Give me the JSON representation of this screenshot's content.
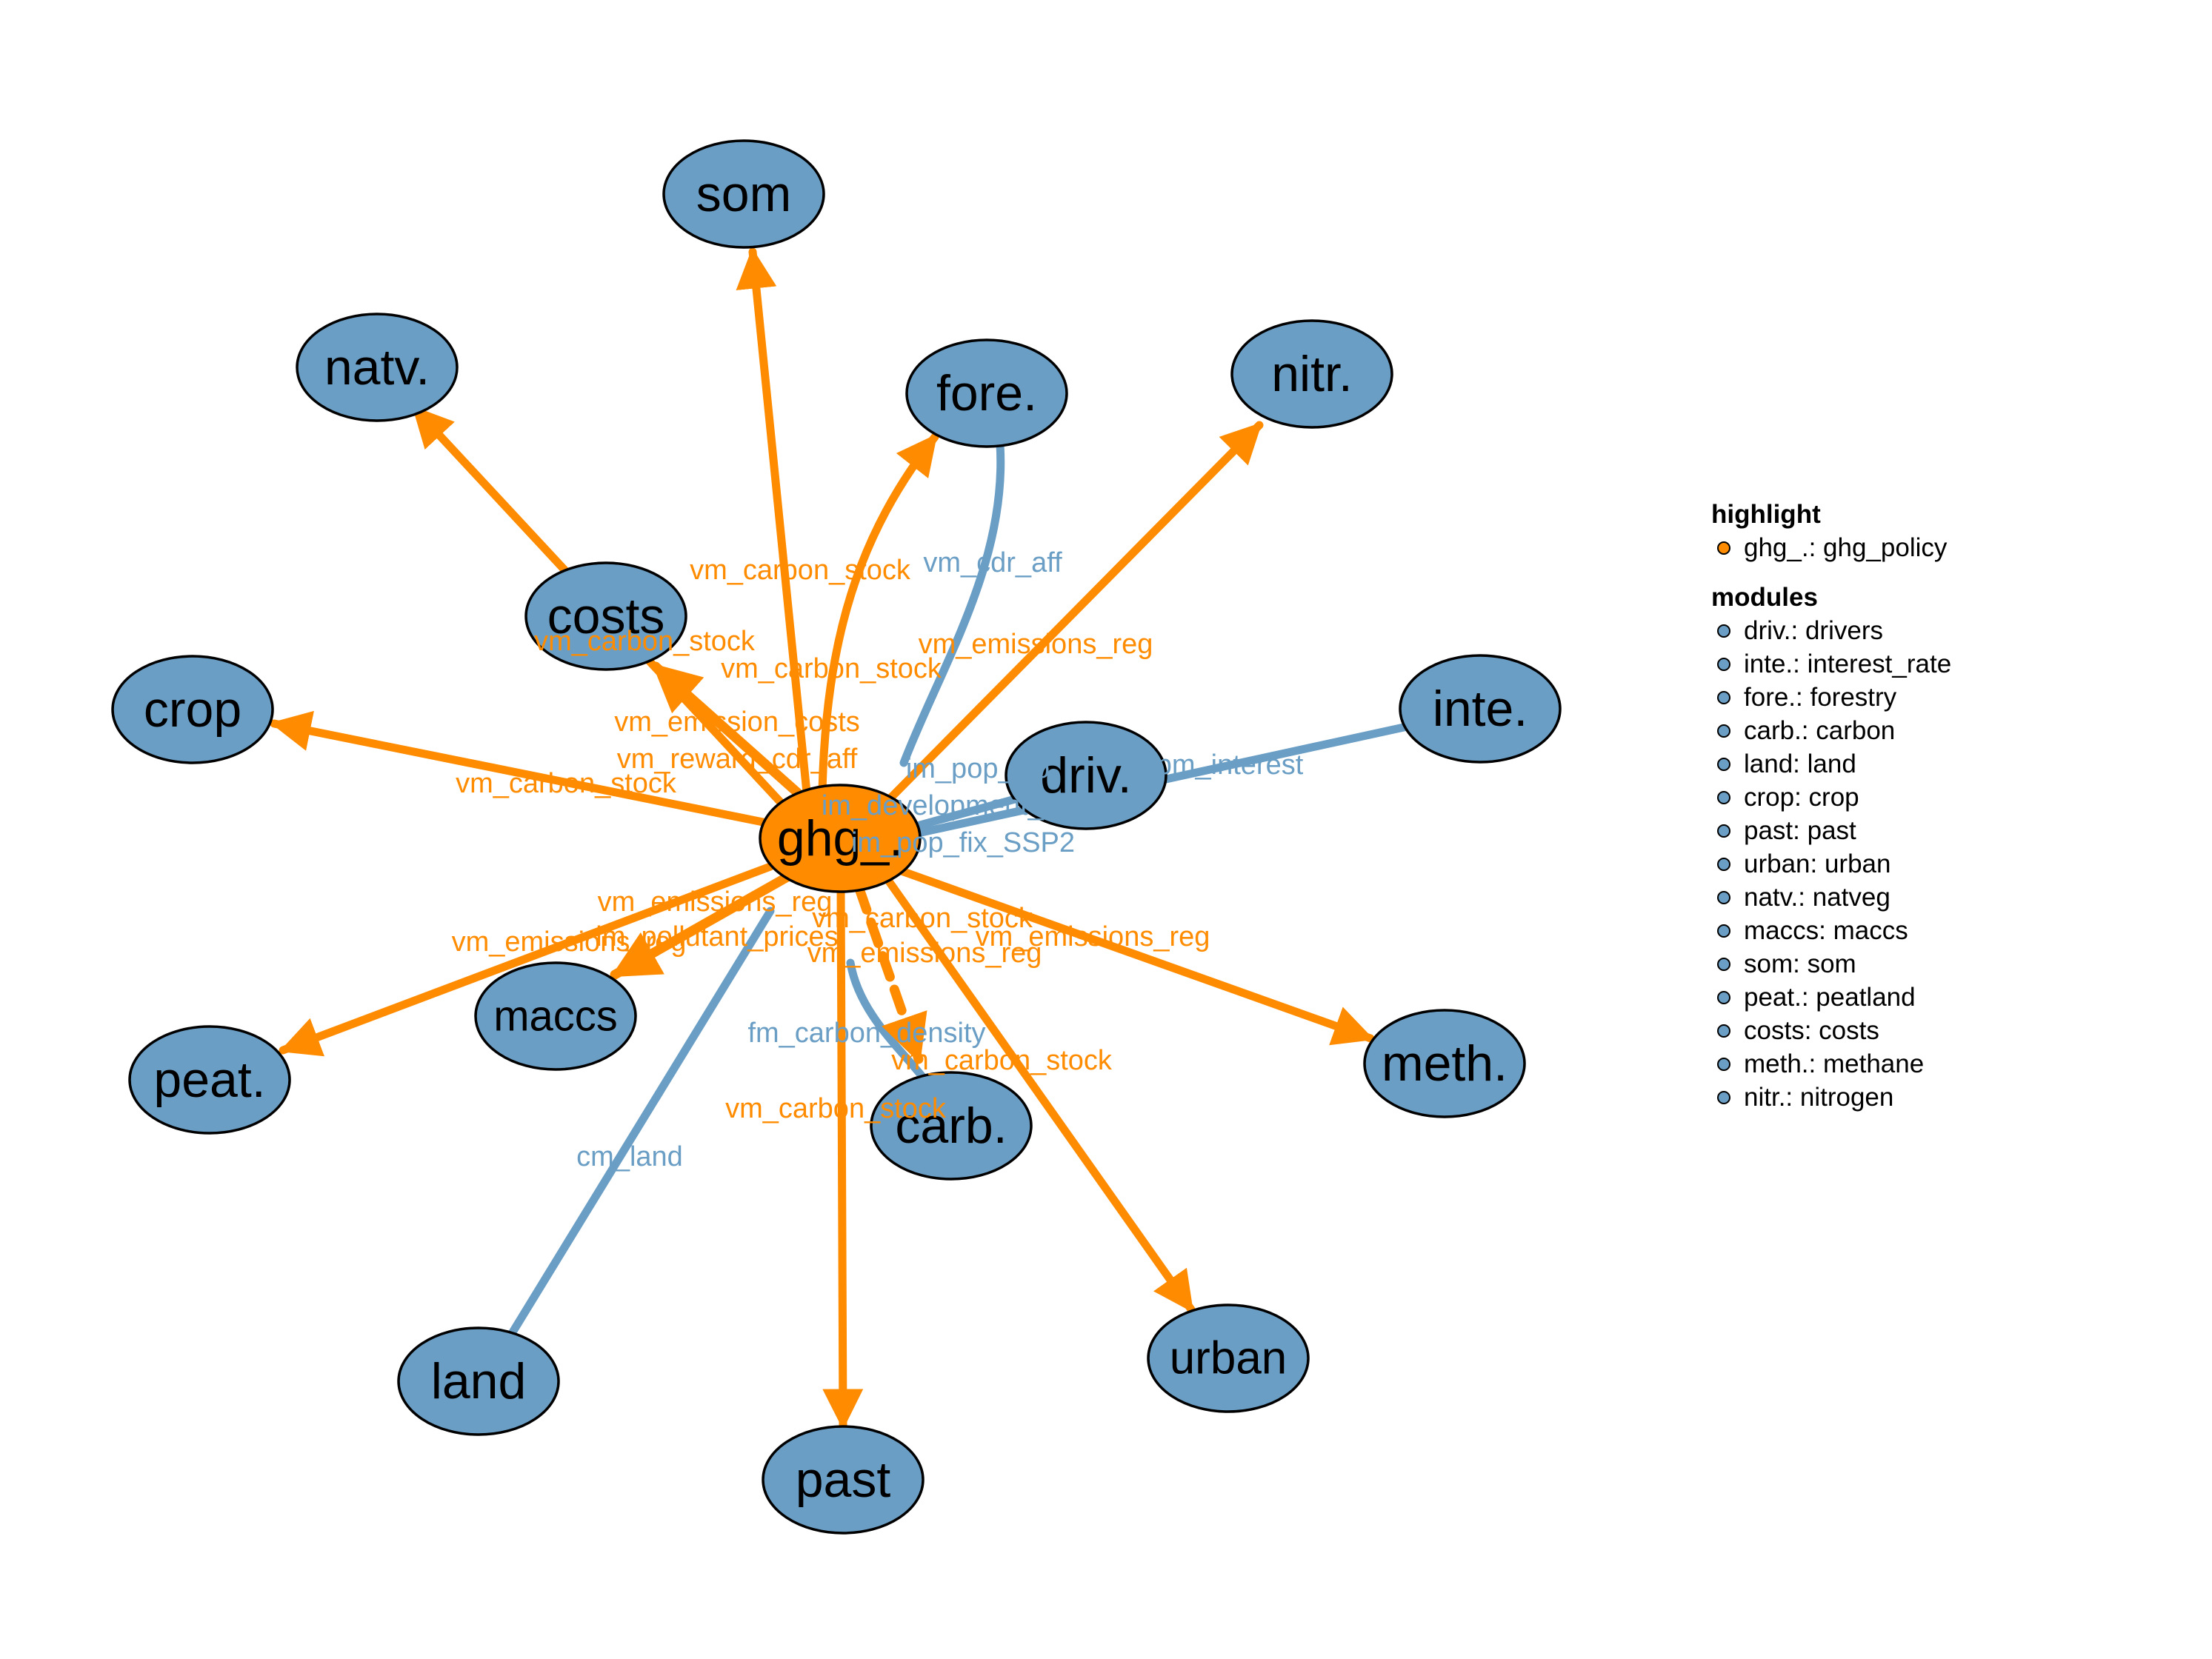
{
  "colors": {
    "highlight": "#FF8C00",
    "module": "#6A9EC5",
    "outline": "#000000"
  },
  "nodes": {
    "ghg": "ghg_.",
    "som": "som",
    "natv": "natv.",
    "fore": "fore.",
    "nitr": "nitr.",
    "costs": "costs",
    "crop": "crop",
    "inte": "inte.",
    "driv": "driv.",
    "maccs": "maccs",
    "peat": "peat.",
    "meth": "meth.",
    "carb": "carb.",
    "land": "land",
    "urban": "urban",
    "past": "past"
  },
  "edge_labels": {
    "som": "vm_carbon_stock",
    "natv": "vm_carbon_stock",
    "fore_out": "vm_carbon_stock",
    "fore_in": "vm_cdr_aff",
    "nitr": "vm_emissions_reg",
    "costs_1": "vm_emission_costs",
    "costs_2": "vm_reward_cdr_aff",
    "crop": "vm_carbon_stock",
    "inte": "pm_interest",
    "driv_1": "im_pop_iso",
    "driv_2": "im_development_state",
    "driv_3": "im_pop_fix_SSP2",
    "maccs_1": "vm_emissions_reg",
    "maccs_2": "im_pollutant_prices",
    "peat": "vm_emissions_reg",
    "meth": "vm_emissions_reg",
    "carb_1": "vm_carbon_stock",
    "carb_2": "vm_emissions_reg",
    "carb_in": "fm_carbon_density",
    "land": "cm_land",
    "urban": "vm_carbon_stock",
    "past": "vm_carbon_stock"
  },
  "legend": {
    "highlight_title": "highlight",
    "highlight_items": [
      "ghg_.: ghg_policy"
    ],
    "modules_title": "modules",
    "module_items": [
      "driv.: drivers",
      "inte.: interest_rate",
      "fore.: forestry",
      "carb.: carbon",
      "land: land",
      "crop: crop",
      "past: past",
      "urban: urban",
      "natv.: natveg",
      "maccs: maccs",
      "som: som",
      "peat.: peatland",
      "costs: costs",
      "meth.: methane",
      "nitr.: nitrogen"
    ]
  }
}
